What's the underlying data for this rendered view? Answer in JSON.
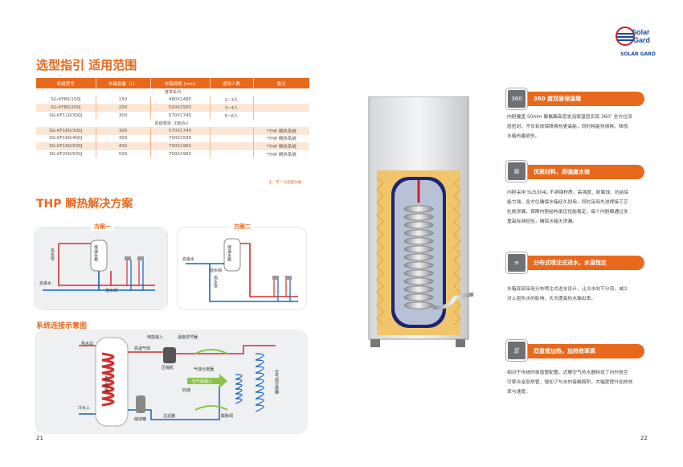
{
  "brand": {
    "logo_text": "Solar Gard",
    "name": "SOLAR GARD"
  },
  "section1": {
    "title": "选型指引 适用范围"
  },
  "table": {
    "headers": [
      "机组型号",
      "水箱容量（L）",
      "水箱规格 (mm)",
      "适用人数",
      "备注"
    ],
    "group1": "普享系列",
    "rows1": [
      [
        "SG-KF80/150J",
        "150",
        "480X1485",
        "2~3人",
        ""
      ],
      [
        "SG-KF80/200J",
        "200",
        "500X1565",
        "3~4人",
        ""
      ],
      [
        "SG-KF110/300J",
        "300",
        "570X1745",
        "5~6人",
        ""
      ]
    ],
    "group2": "机组尊容（DB(A)）",
    "rows2": [
      [
        "SG-KF160/300J",
        "300",
        "570X1745",
        "",
        "*THP 瞬热系统"
      ],
      [
        "SG-KF160/400J",
        "300",
        "700X1595",
        "",
        "*THP 瞬热系统"
      ],
      [
        "SG-KF160/500J",
        "400",
        "700X1965",
        "",
        "*THP 瞬热系统"
      ],
      [
        "SG-KF200/500J",
        "500",
        "700X1965",
        "",
        "*THP 瞬热系统"
      ]
    ],
    "note": "注：带 * 为选配功能"
  },
  "section2": {
    "title": "THP 瞬热解决方案"
  },
  "plan1": {
    "title": "方案一",
    "labels": {
      "hot_water": "热水管",
      "tap_water": "自来水",
      "tank": "保温水箱",
      "mixer": "混水阀"
    }
  },
  "plan2": {
    "title": "方案二",
    "labels": {
      "hot_water": "热水管",
      "tap_water": "自来水",
      "tank": "保温水箱",
      "mixer": "混水阀"
    }
  },
  "section3": {
    "title": "系统连接示意图",
    "labels": {
      "hot_out": "热水出",
      "hot_gas": "高温气体",
      "power_in": "电能输入",
      "temp_ctrl": "温度调节器",
      "compressor": "压缩机",
      "separator": "气液分离器",
      "air_heat": "空气能输入",
      "cold_in": "冷水入",
      "condenser": "热交换器",
      "reservoir": "储液罐",
      "filter": "过滤器",
      "expansion": "膨胀阀",
      "evaporator": "空气热交换器",
      "four_way": "四通"
    }
  },
  "features": [
    {
      "icon": "360",
      "title": "360 度双层保温墙",
      "text": [
        "内胆覆盖 50mm 聚氨酯高密发泡保温层实现 360° 全方位双",
        "层密封，不仅有效保障换热更高能，同时耗能热损耗。降低",
        "水箱热量损失。"
      ]
    },
    {
      "icon": "tank-icon",
      "title": "优质材料，高强度水箱",
      "text": [
        "内胆采用 SUS304L 不锈钢材质，高强度、耐腐蚀、抗结垢",
        "能力强，全方位确保水箱经久耐用，同时采用先进焊接工艺",
        "杜绝渗漏，保障内胆结构承压性能稳定，每个内胆都通过多",
        "重高标准检验，确保水箱无渗漏。"
      ]
    },
    {
      "icon": "pipe-icon",
      "title": "分布式喷注式进水，水温恒定",
      "text": [
        "水箱底部采用分布喷注式进水设计，让冷水向下分流，减少",
        "对上层热水的影响，大大提高热水输出率。"
      ]
    },
    {
      "icon": "coil-icon",
      "title": "双盘管加热，加热效率高",
      "text": [
        "相对于传统的单盘管配置，近藤空气热水器特设了内外航空",
        "引擎合金加热管，增加了与水的接触面积，大幅度提升加热效",
        "率与速度。"
      ]
    }
  ],
  "pages": {
    "left": "21",
    "right": "22"
  }
}
